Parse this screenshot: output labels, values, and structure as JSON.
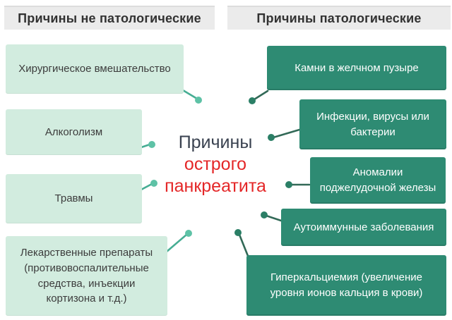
{
  "headers": {
    "left": "Причины не патологические",
    "right": "Причины патологические"
  },
  "title": {
    "line1": "Причины",
    "line2": "острого",
    "line3": "панкреатита"
  },
  "left_column": {
    "items": [
      {
        "label": "Хирургическое вмешательство"
      },
      {
        "label": "Алкоголизм"
      },
      {
        "label": "Травмы"
      },
      {
        "label": "Лекарственные препараты (противовоспалительные средства, инъекции кортизона и т.д.)"
      }
    ]
  },
  "right_column": {
    "items": [
      {
        "label": "Камни в желчном пузыре"
      },
      {
        "label": "Инфекции, вирусы или бактерии"
      },
      {
        "label": "Аномалии поджелудочной железы"
      },
      {
        "label": "Аутоиммунные заболевания"
      },
      {
        "label": "Гиперкальциемия (увеличение уровня ионов кальция в крови)"
      }
    ]
  },
  "colors": {
    "header-bg": "#ebebeb",
    "header-border": "#dcdcdc",
    "header-text": "#323232",
    "light-box-bg": "#d2ecdf",
    "light-box-text": "#3c3c3c",
    "dark-box-bg": "#2e8b73",
    "dark-box-text": "#ffffff",
    "title-dark": "#3a4250",
    "title-red": "#e42728",
    "left-line": "#46ad93",
    "left-dot": "#5ec2a6",
    "right-line": "#326957",
    "right-dot": "#2b7f66"
  }
}
